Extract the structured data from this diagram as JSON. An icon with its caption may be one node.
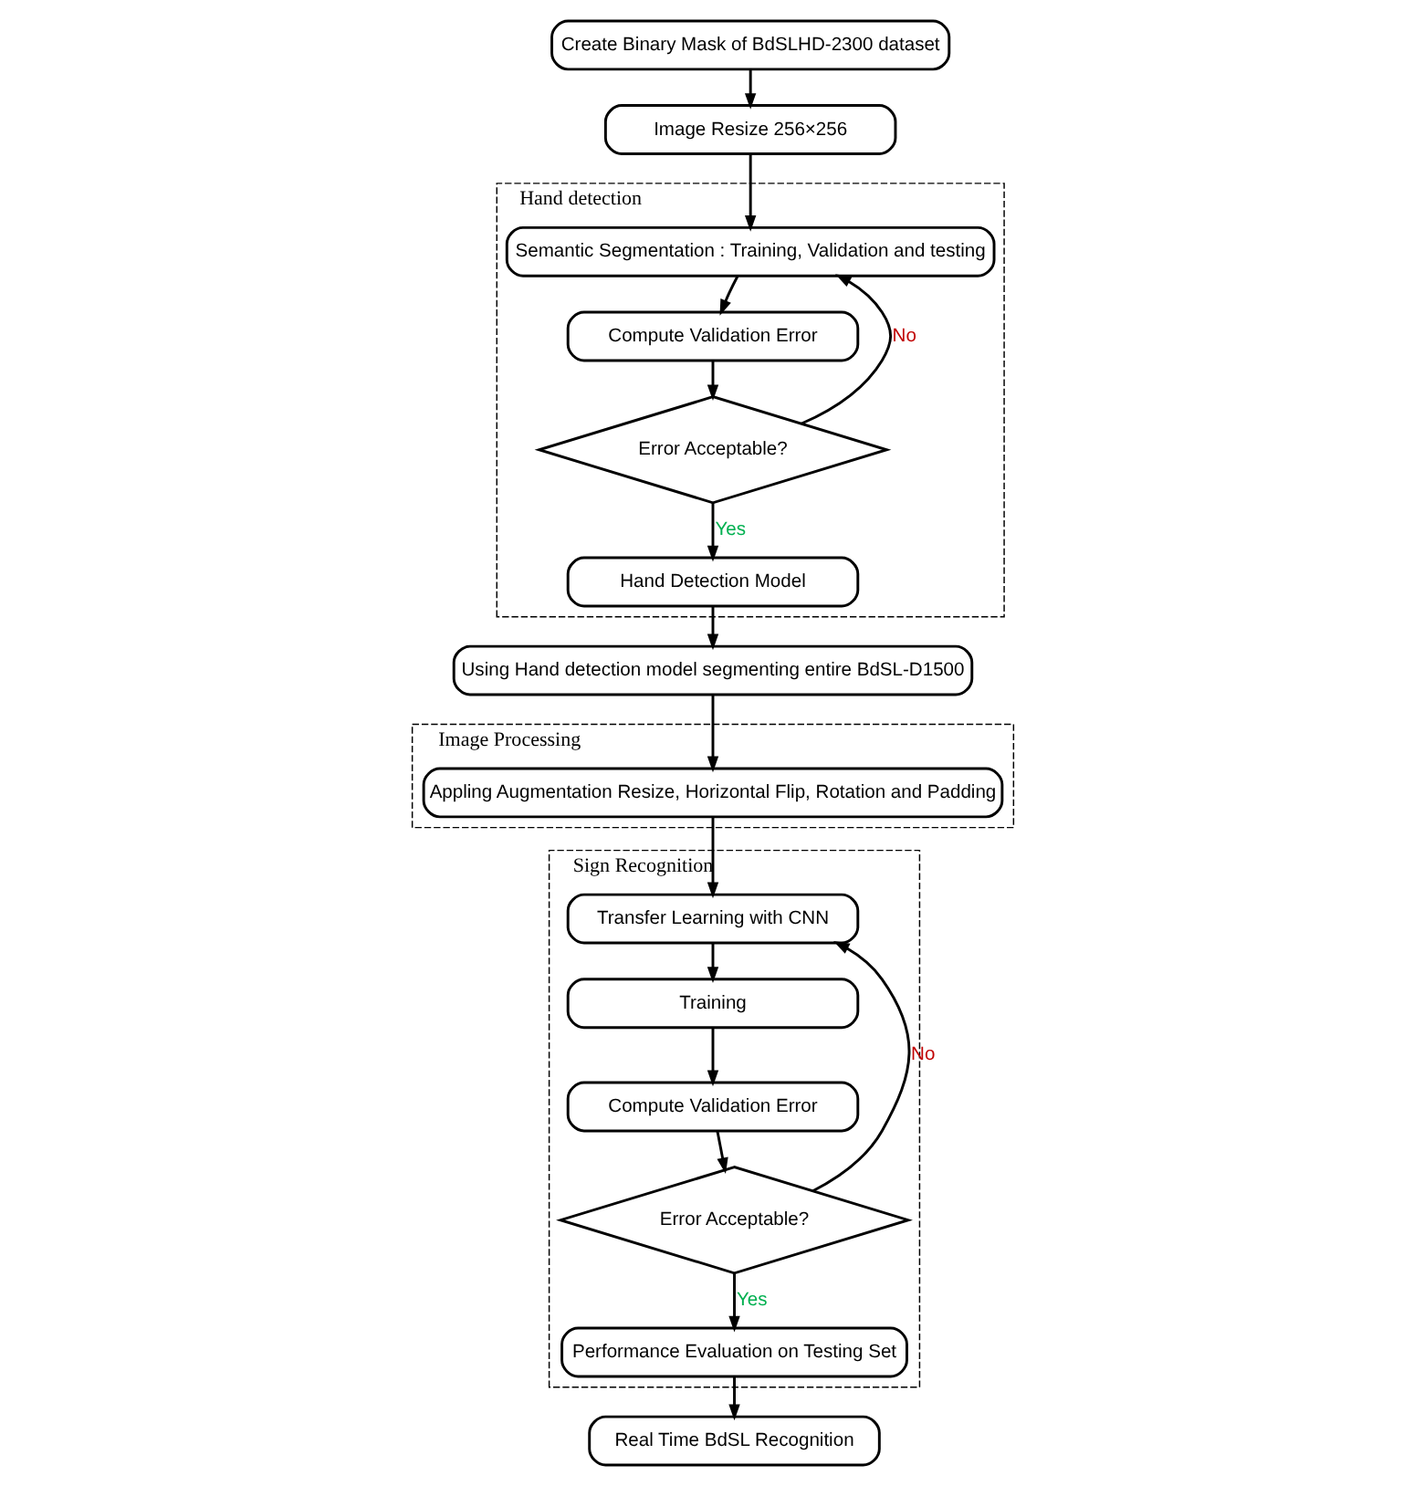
{
  "diagram": {
    "nodes": [
      {
        "text": [
          "Hand detection"
        ]
      },
      {
        "text": [
          "Create Binary Mask of BdSLHD-2300 dataset"
        ]
      },
      {
        "text": [
          "Image Resize 256×256"
        ]
      },
      {
        "text": [
          "Semantic Segmentation : Training, Validation and testing"
        ],
        "in": 0
      },
      {
        "text": [
          "Compute Validation Error"
        ],
        "in": 0
      },
      {
        "text": [
          "Error Acceptable?"
        ],
        "in": 0
      },
      {
        "text": [
          "Hand Detection Model"
        ],
        "in": 0
      },
      {
        "text": [
          "Using Hand detection model segmenting entire BdSL-D1500"
        ]
      },
      {
        "text": [
          "Image Processing"
        ]
      },
      {
        "text": [
          "Appling Augmentation Resize, Horizontal Flip, Rotation and Padding"
        ],
        "in": 8
      },
      {
        "text": [
          "Sign Recognition"
        ]
      },
      {
        "text": [
          "Transfer Learning with CNN"
        ],
        "in": 10
      },
      {
        "text": [
          "Training"
        ],
        "in": 10
      },
      {
        "text": [
          "Compute Validation Error"
        ],
        "in": 10
      },
      {
        "text": [
          "Error Acceptable?"
        ],
        "in": 10
      },
      {
        "text": [
          "Performance Evaluation on Testing Set"
        ],
        "in": 10
      },
      {
        "text": [
          "Real Time BdSL Recognition"
        ]
      }
    ],
    "edges": [
      {
        "from": 1,
        "to": 2,
        "arrow": "to"
      },
      {
        "from": 2,
        "to": 3,
        "arrow": "to"
      },
      {
        "from": 3,
        "to": 4,
        "arrow": "to"
      },
      {
        "from": 4,
        "to": 5,
        "arrow": "to"
      },
      {
        "from": 5,
        "to": 3,
        "arrow": "to",
        "label": "No"
      },
      {
        "from": 5,
        "to": 6,
        "arrow": "to",
        "label": "Yes"
      },
      {
        "from": 6,
        "to": 7,
        "arrow": "to"
      },
      {
        "from": 7,
        "to": 9,
        "arrow": "to"
      },
      {
        "from": 9,
        "to": 11,
        "arrow": "to"
      },
      {
        "from": 11,
        "to": 12,
        "arrow": "to"
      },
      {
        "from": 12,
        "to": 13,
        "arrow": "to"
      },
      {
        "from": 13,
        "to": 14,
        "arrow": "to"
      },
      {
        "from": 14,
        "to": 11,
        "arrow": "to",
        "label": "No"
      },
      {
        "from": 14,
        "to": 15,
        "arrow": "to",
        "label": "Yes"
      },
      {
        "from": 15,
        "to": 16,
        "arrow": "to"
      }
    ]
  }
}
